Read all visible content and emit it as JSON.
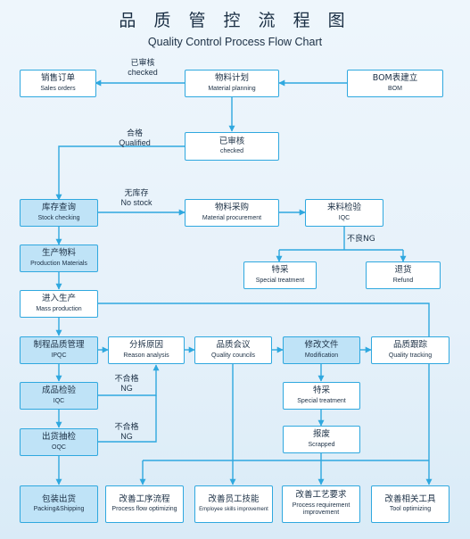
{
  "title": {
    "cn": "品 质 管 控 流 程 图",
    "en": "Quality Control Process Flow Chart"
  },
  "colors": {
    "line": "#2fa8df",
    "box_fill": "#bfe3f7",
    "box_border": "#2fa8df",
    "text": "#1b2f44"
  },
  "nodes": {
    "sales_orders": {
      "cn": "销售订单",
      "en": "Sales orders"
    },
    "material_planning": {
      "cn": "物料计划",
      "en": "Material planning"
    },
    "bom": {
      "cn": "BOM表建立",
      "en": "BOM"
    },
    "checked": {
      "cn": "已审核",
      "en": "checked"
    },
    "stock_checking": {
      "cn": "库存查询",
      "en": "Stock checking"
    },
    "material_procurement": {
      "cn": "物料采购",
      "en": "Material procurement"
    },
    "iqc_incoming": {
      "cn": "来料检验",
      "en": "IQC"
    },
    "special_treatment_1": {
      "cn": "特采",
      "en": "Special treatment"
    },
    "refund": {
      "cn": "退货",
      "en": "Refund"
    },
    "production_materials": {
      "cn": "生产物料",
      "en": "Production Materials"
    },
    "mass_production": {
      "cn": "进入生产",
      "en": "Mass production"
    },
    "ipqc": {
      "cn": "制程品质管理",
      "en": "IPQC"
    },
    "reason_analysis": {
      "cn": "分拆原因",
      "en": "Reason analysis"
    },
    "quality_councils": {
      "cn": "品质会议",
      "en": "Quality councils"
    },
    "modification": {
      "cn": "修改文件",
      "en": "Modification"
    },
    "quality_tracking": {
      "cn": "品质跟踪",
      "en": "Quality tracking"
    },
    "special_treatment_2": {
      "cn": "特采",
      "en": "Special treatment"
    },
    "scrapped": {
      "cn": "报废",
      "en": "Scrapped"
    },
    "iqc_finished": {
      "cn": "成品检验",
      "en": "IQC"
    },
    "oqc": {
      "cn": "出货抽检",
      "en": "OQC"
    },
    "packing": {
      "cn": "包装出货",
      "en": "Packing&Shipping"
    },
    "process_flow": {
      "cn": "改善工序流程",
      "en": "Process flow optimizing"
    },
    "employee_skills": {
      "cn": "改善员工技能",
      "en": "Employee skills improvement"
    },
    "process_requirement": {
      "cn": "改善工艺要求",
      "en": "Process requirement improvement"
    },
    "tool_optimizing": {
      "cn": "改善相关工具",
      "en": "Tool optimizing"
    }
  },
  "labels": {
    "checked": {
      "cn": "已审核",
      "en": "checked"
    },
    "qualified": {
      "cn": "合格",
      "en": "Qualified"
    },
    "no_stock": {
      "cn": "无库存",
      "en": "No stock"
    },
    "ng_iqc": {
      "cn": "不良NG",
      "en": ""
    },
    "ng_finished": {
      "cn": "不合格",
      "en": "NG"
    },
    "ng_oqc": {
      "cn": "不合格",
      "en": "NG"
    }
  }
}
